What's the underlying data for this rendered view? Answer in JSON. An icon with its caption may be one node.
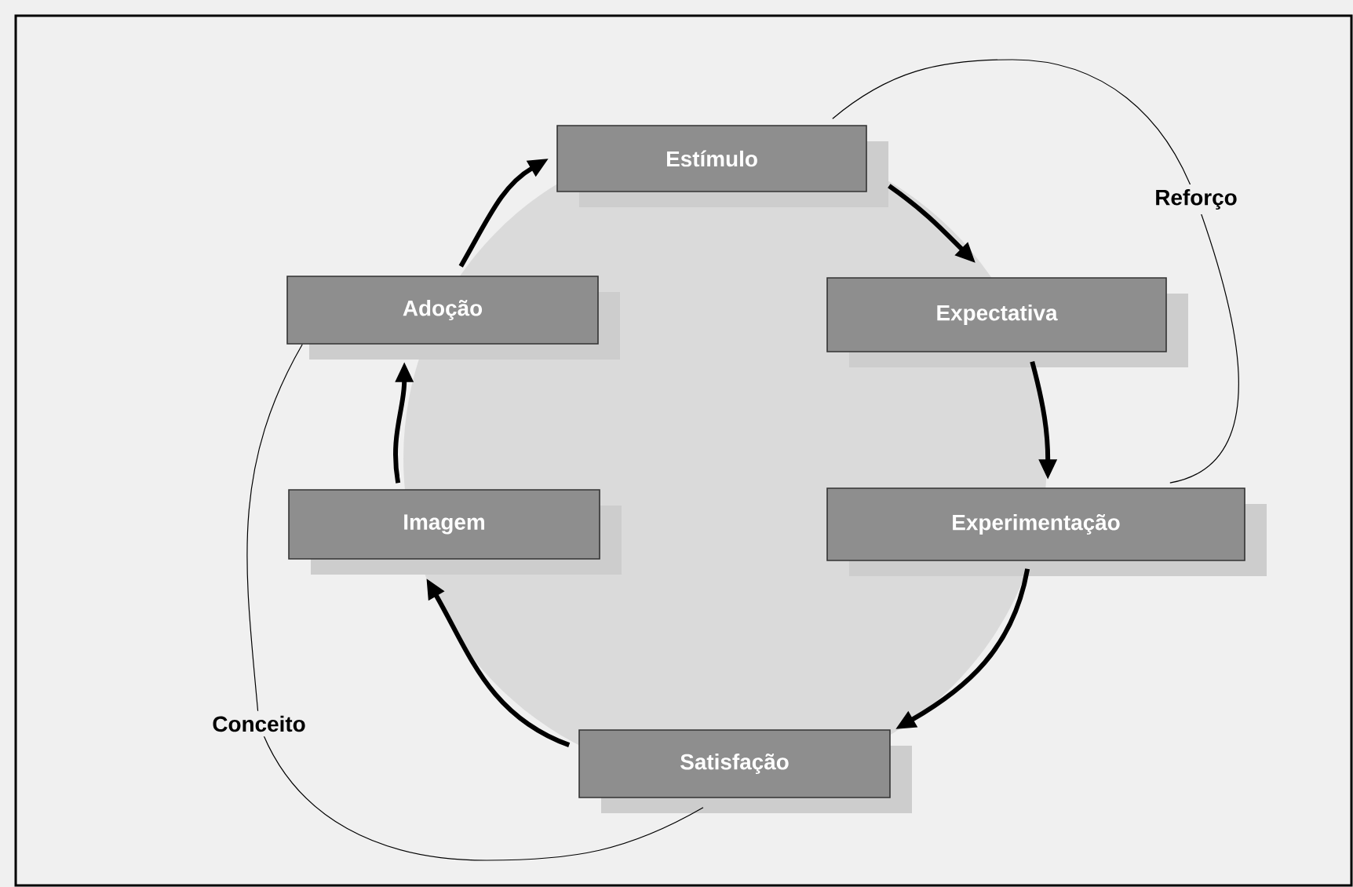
{
  "diagram": {
    "nodes": [
      {
        "text": [
          "Estímulo"
        ]
      },
      {
        "text": [
          "Expectativa"
        ]
      },
      {
        "text": [
          "Experimentação"
        ]
      },
      {
        "text": [
          "Satisfação"
        ]
      },
      {
        "text": [
          "Imagem"
        ]
      },
      {
        "text": [
          "Adoção"
        ]
      }
    ],
    "edges": [
      {
        "from": 0,
        "to": 1,
        "arrow": "to"
      },
      {
        "from": 1,
        "to": 2,
        "arrow": "to"
      },
      {
        "from": 2,
        "to": 3,
        "arrow": "to"
      },
      {
        "from": 3,
        "to": 4,
        "arrow": "to"
      },
      {
        "from": 4,
        "to": 5,
        "arrow": "to"
      },
      {
        "from": 5,
        "to": 0,
        "arrow": "to"
      },
      {
        "from": 0,
        "to": 2,
        "arrow": "none",
        "label": "Reforço"
      },
      {
        "from": 5,
        "to": 3,
        "arrow": "none",
        "label": "Conceito"
      }
    ]
  }
}
